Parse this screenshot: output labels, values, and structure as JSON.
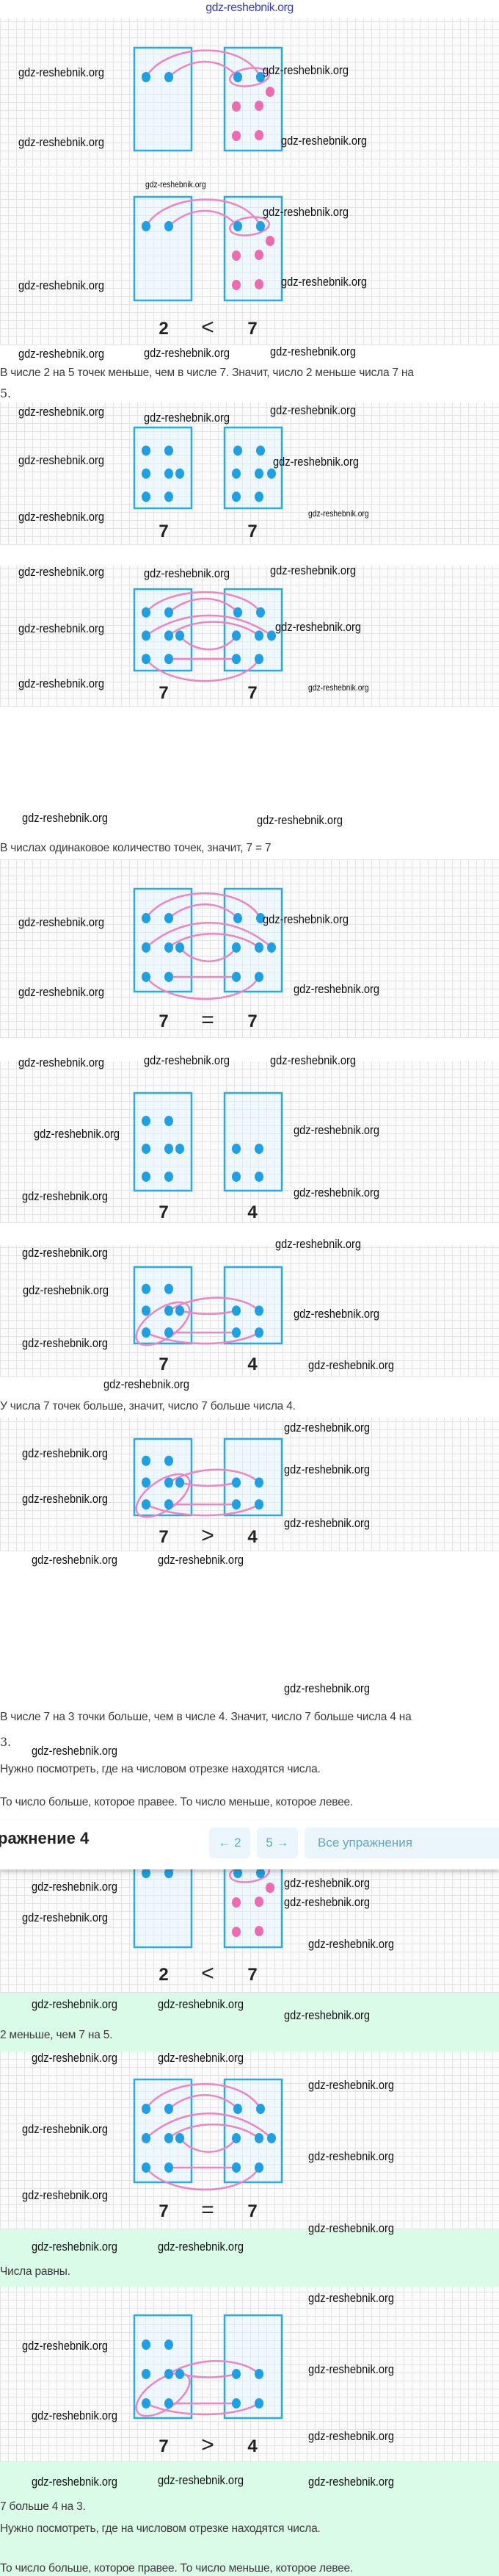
{
  "watermark": "gdz-reshebnik.org",
  "site_watermark": "gdz-reshebnik.org",
  "panels": [
    {
      "left": "",
      "sign": "",
      "right": ""
    },
    {
      "left": "2",
      "sign": "<",
      "right": "7"
    },
    {
      "left": "7",
      "sign": "",
      "right": "7"
    },
    {
      "left": "7",
      "sign": "",
      "right": "7"
    },
    {
      "left": "7",
      "sign": "=",
      "right": "7"
    },
    {
      "left": "7",
      "sign": "",
      "right": "4"
    },
    {
      "left": "7",
      "sign": "",
      "right": "4"
    },
    {
      "left": "7",
      "sign": ">",
      "right": "4"
    },
    {
      "left": "2",
      "sign": "<",
      "right": "7"
    },
    {
      "left": "7",
      "sign": "=",
      "right": "7"
    },
    {
      "left": "7",
      "sign": ">",
      "right": "4"
    }
  ],
  "texts": {
    "t1a": "В числе 2 на 5 точек меньше, чем в числе 7. Значит, число 2 меньше числа 7 на",
    "t1b": "5.",
    "t2": "В числах одинаковое количество точек, значит, 7 = 7",
    "t3": "У числа 7 точек больше, значит, число 7 больше числа 4.",
    "t4a": "В числе 7 на 3 точки больше, чем в числе 4. Значит, число 7 больше числа 4 на",
    "t4b": "3.",
    "t5": "Нужно посмотреть, где на числовом отрезке находятся числа.",
    "t6": "То число больше, которое правее. То число меньше, которое левее."
  },
  "header": {
    "title": "ражнение 4",
    "prev_label": "← 2",
    "next_label": "5 →",
    "all_label": "Все упражнения"
  },
  "answers": {
    "a1": "2 меньше, чем 7 на 5.",
    "a2": "Числа равны.",
    "a3": "7 больше 4 на 3.",
    "a4": "Нужно посмотреть, где на числовом отрезке находятся числа.",
    "a5": "То число больше, которое правее. То число меньше, которое левее."
  },
  "colors": {
    "box": "#29abe2",
    "dot_blue": "#1ea0e6",
    "dot_pink": "#f06aaf",
    "line_pink": "#ee85c2",
    "answer_bg": "#dafbe7"
  }
}
